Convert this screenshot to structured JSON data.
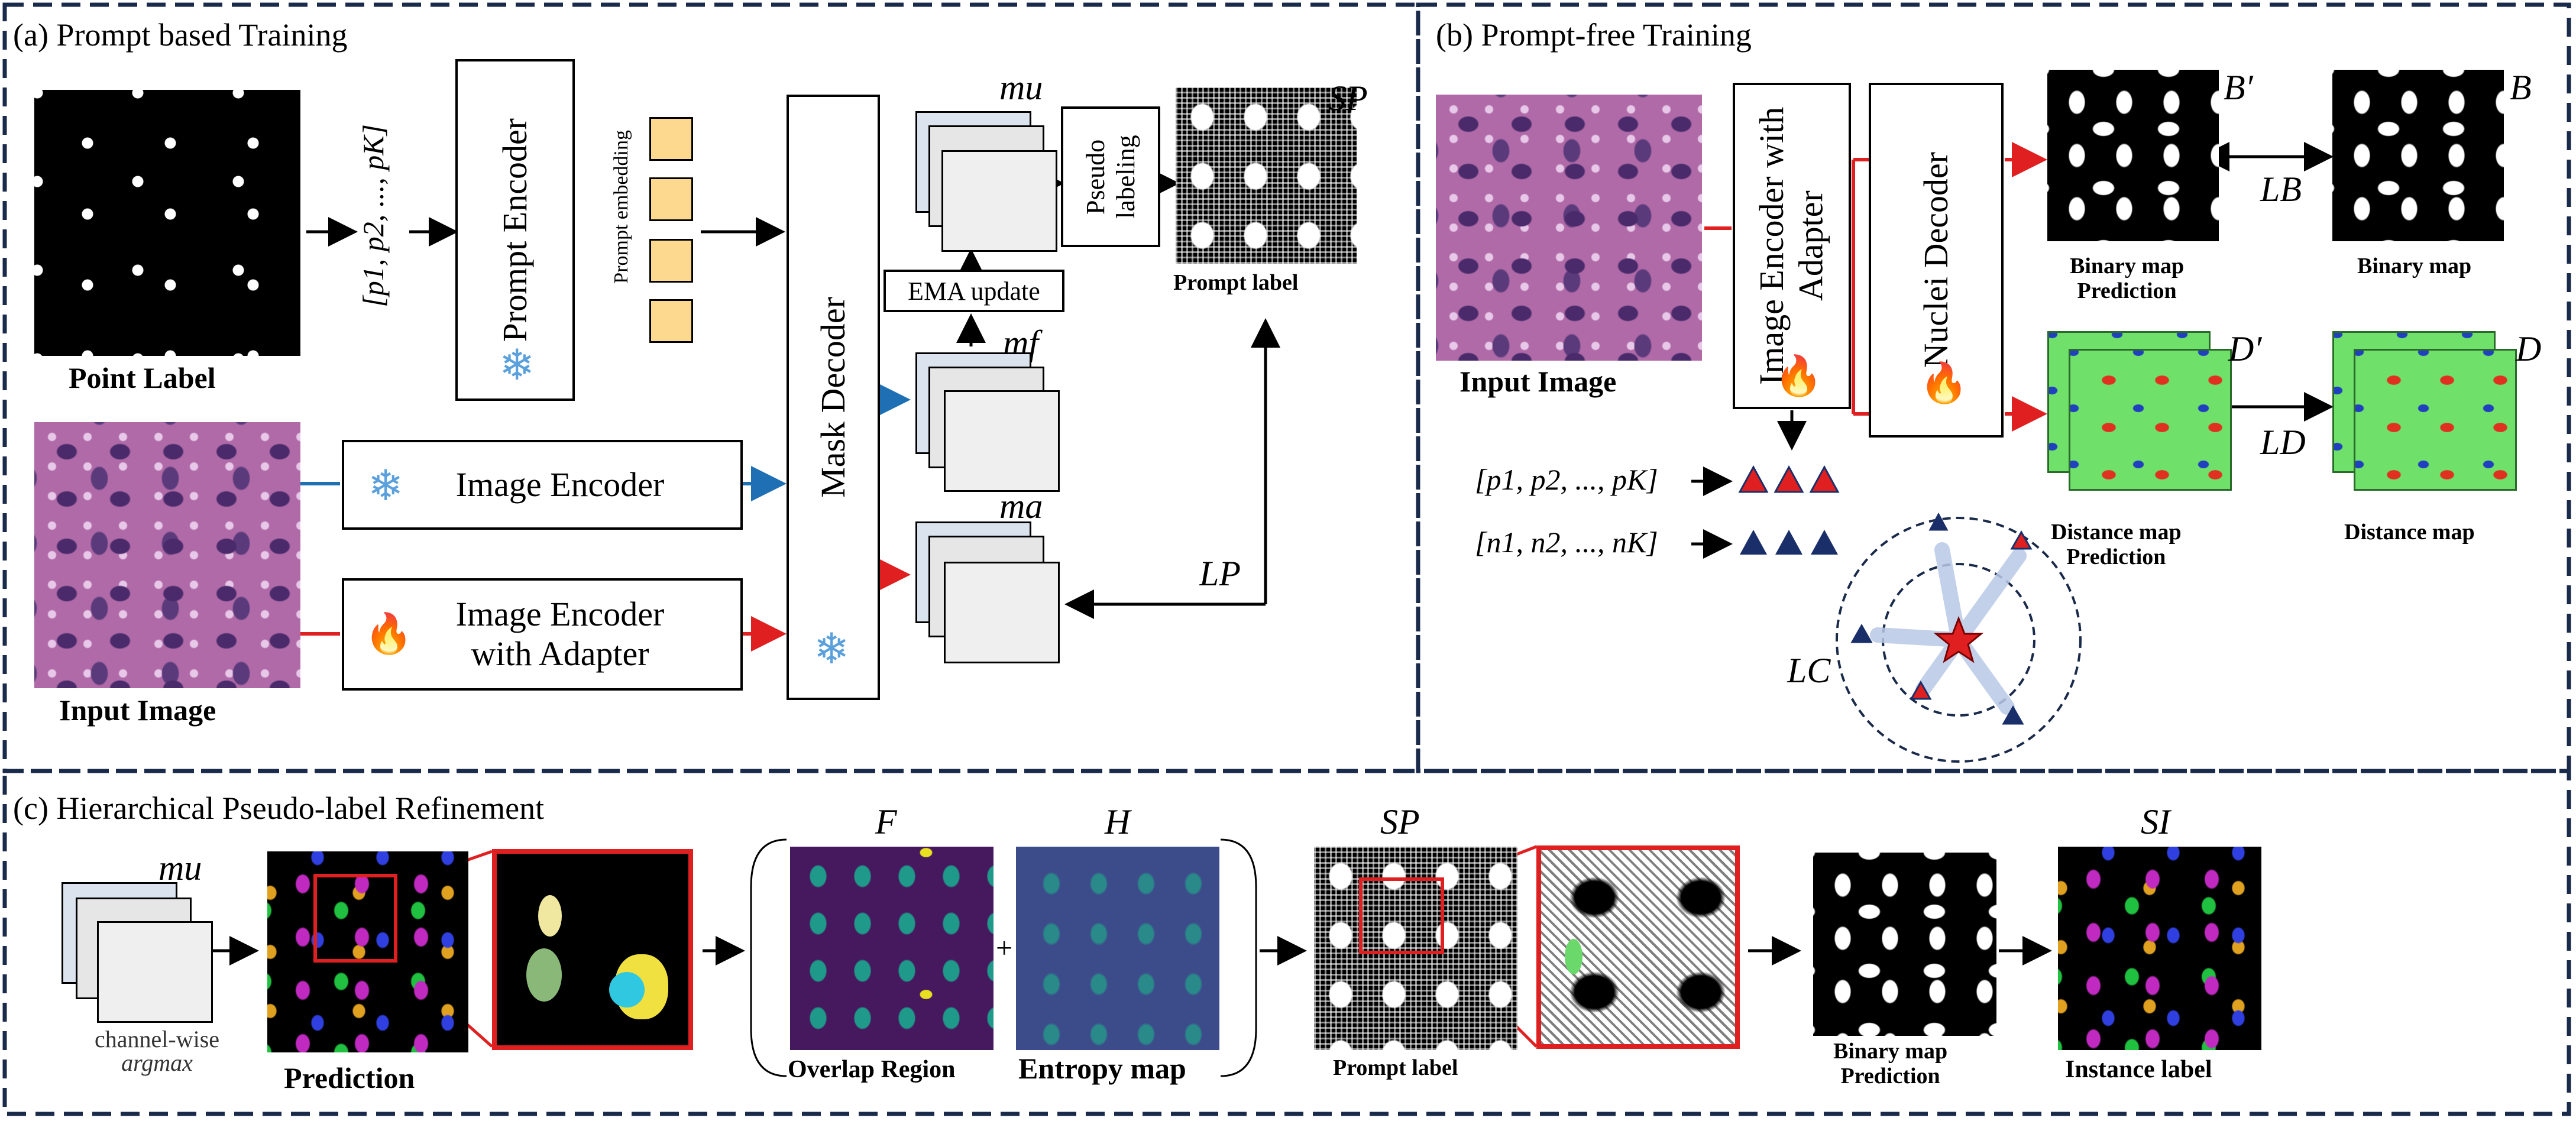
{
  "sections": {
    "a": "(a) Prompt based Training",
    "b": "(b) Prompt-free Training",
    "c": "(c) Hierarchical Pseudo-label Refinement"
  },
  "a": {
    "point_label": "Point Label",
    "input_image": "Input Image",
    "point_list": "[p1, p2, ..., pK]",
    "prompt_encoder": "Prompt Encoder",
    "prompt_embedding": "Prompt embedding",
    "image_encoder": "Image Encoder",
    "image_encoder_adapter_1": "Image Encoder",
    "image_encoder_adapter_2": "with Adapter",
    "mask_decoder": "Mask Decoder",
    "m_u": "mu",
    "m_f": "mf",
    "m_a": "ma",
    "ema_update": "EMA update",
    "pseudo_labeling": "Pseudo labeling",
    "s_p": "SP",
    "prompt_label": "Prompt label",
    "loss_p": "LP"
  },
  "b": {
    "input_image": "Input Image",
    "image_encoder_adapter": "Image Encoder with Adapter",
    "nuclei_decoder": "Nuclei Decoder",
    "binary_pred": [
      "Binary map",
      "Prediction"
    ],
    "binary_map": "Binary map",
    "b_prime": "B′",
    "b": "B",
    "loss_b": "LB",
    "dist_pred": [
      "Distance map",
      "Prediction"
    ],
    "dist_map": "Distance map",
    "d_prime": "D′",
    "d": "D",
    "loss_d": "LD",
    "pos_points": "[p1, p2, ..., pK]",
    "neg_points": "[n1, n2, ..., nK]",
    "loss_c": "LC"
  },
  "c": {
    "m_u": "mu",
    "argmax_1": "channel-wise",
    "argmax_2": "argmax",
    "prediction": "Prediction",
    "f": "F",
    "h": "H",
    "plus": "+",
    "overlap": "Overlap Region",
    "entropy": "Entropy map",
    "s_p": "SP",
    "prompt_label": "Prompt label",
    "binary_pred": [
      "Binary map",
      "Prediction"
    ],
    "s_i": "SI",
    "instance_label": "Instance label"
  },
  "colors": {
    "blue_arrow": "#1f6fb5",
    "red_arrow": "#e02020",
    "border_dash": "#1a2a4a",
    "embedding": "#fcd98e",
    "triangle_pos": "#e02020",
    "triangle_neg": "#1a2f6a"
  },
  "icons": [
    "snowflake-icon",
    "flame-icon",
    "star-icon",
    "triangle-icon"
  ]
}
